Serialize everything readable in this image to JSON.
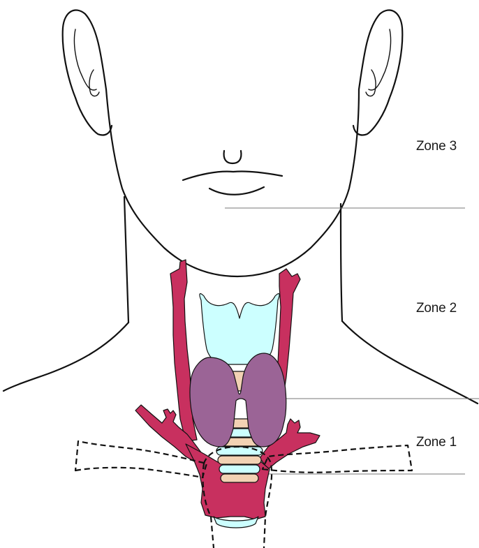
{
  "zones": [
    {
      "label": "Zone 3"
    },
    {
      "label": "Zone 2"
    },
    {
      "label": "Zone 1"
    }
  ],
  "colors": {
    "artery": "#c8305f",
    "cartilage": "#ccffff",
    "thyroid": "#9b6496",
    "tracheal_ring": "#f2d2b4",
    "outline": "#111111",
    "divider": "#777777"
  }
}
